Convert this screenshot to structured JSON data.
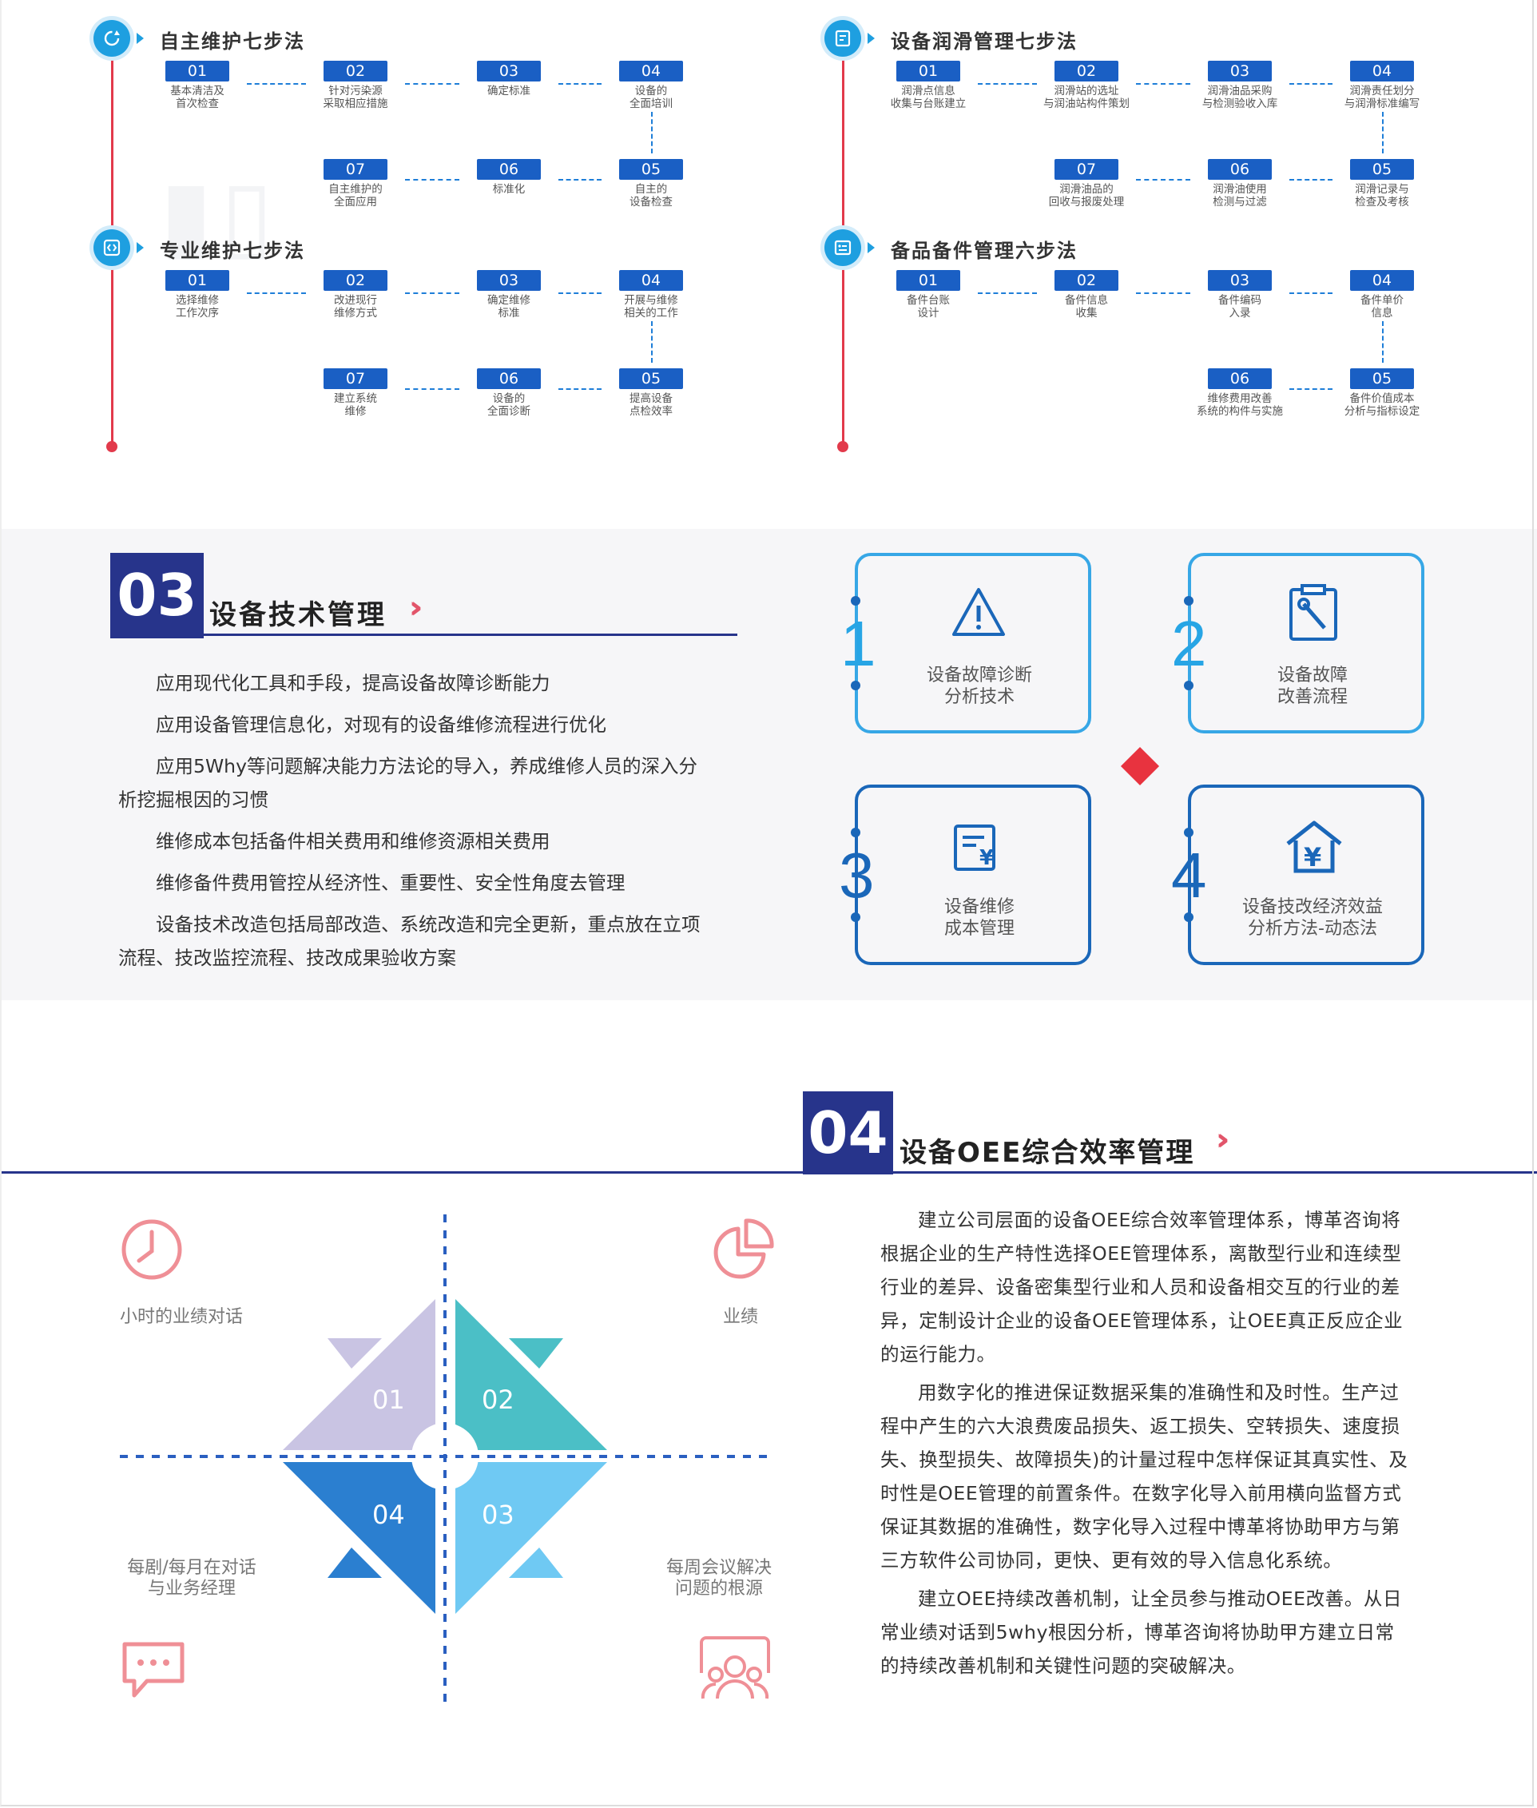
{
  "process_blocks": {
    "autonomous": {
      "title": "自主维护七步法",
      "steps": [
        {
          "num": "01",
          "label": "基本清洁及\n首次检查"
        },
        {
          "num": "02",
          "label": "针对污染源\n采取相应措施"
        },
        {
          "num": "03",
          "label": "确定标准"
        },
        {
          "num": "04",
          "label": "设备的\n全面培训"
        },
        {
          "num": "05",
          "label": "自主的\n设备检查"
        },
        {
          "num": "06",
          "label": "标准化"
        },
        {
          "num": "07",
          "label": "自主维护的\n全面应用"
        }
      ]
    },
    "lubrication": {
      "title": "设备润滑管理七步法",
      "steps": [
        {
          "num": "01",
          "label": "润滑点信息\n收集与台账建立"
        },
        {
          "num": "02",
          "label": "润滑站的选址\n与润油站构件策划"
        },
        {
          "num": "03",
          "label": "润滑油品采购\n与检测验收入库"
        },
        {
          "num": "04",
          "label": "润滑责任划分\n与润滑标准编写"
        },
        {
          "num": "05",
          "label": "润滑记录与\n检查及考核"
        },
        {
          "num": "06",
          "label": "润滑油使用\n检测与过滤"
        },
        {
          "num": "07",
          "label": "润滑油品的\n回收与报废处理"
        }
      ]
    },
    "professional": {
      "title": "专业维护七步法",
      "steps": [
        {
          "num": "01",
          "label": "选择维修\n工作次序"
        },
        {
          "num": "02",
          "label": "改进现行\n维修方式"
        },
        {
          "num": "03",
          "label": "确定维修\n标准"
        },
        {
          "num": "04",
          "label": "开展与维修\n相关的工作"
        },
        {
          "num": "05",
          "label": "提高设备\n点检效率"
        },
        {
          "num": "06",
          "label": "设备的\n全面诊断"
        },
        {
          "num": "07",
          "label": "建立系统\n维修"
        }
      ]
    },
    "spares": {
      "title": "备品备件管理六步法",
      "steps": [
        {
          "num": "01",
          "label": "备件台账\n设计"
        },
        {
          "num": "02",
          "label": "备件信息\n收集"
        },
        {
          "num": "03",
          "label": "备件编码\n入录"
        },
        {
          "num": "04",
          "label": "备件单价\n信息"
        },
        {
          "num": "05",
          "label": "备件价值成本\n分析与指标设定"
        },
        {
          "num": "06",
          "label": "维修费用改善\n系统的构件与实施"
        }
      ]
    }
  },
  "section03": {
    "num": "03",
    "title": "设备技术管理",
    "paragraphs": [
      "应用现代化工具和手段，提高设备故障诊断能力",
      "应用设备管理信息化，对现有的设备维修流程进行优化",
      "应用5Why等问题解决能力方法论的导入，养成维修人员的深入分析挖掘根因的习惯",
      "维修成本包括备件相关费用和维修资源相关费用",
      "维修备件费用管控从经济性、重要性、安全性角度去管理",
      "设备技术改造包括局部改造、系统改造和完全更新，重点放在立项流程、技改监控流程、技改成果验收方案"
    ],
    "cards": [
      {
        "num": "1",
        "text": "设备故障诊断\n分析技术",
        "icon": "warning-icon"
      },
      {
        "num": "2",
        "text": "设备故障\n改善流程",
        "icon": "repair-clipboard-icon"
      },
      {
        "num": "3",
        "text": "设备维修\n成本管理",
        "icon": "cost-document-icon"
      },
      {
        "num": "4",
        "text": "设备技改经济效益\n分析方法-动态法",
        "icon": "yuan-house-icon"
      }
    ]
  },
  "section04": {
    "num": "04",
    "title": "设备OEE综合效率管理",
    "quadrants": [
      {
        "num": "01",
        "color": "#c9c4e3",
        "label": "小时的业绩对话",
        "icon": "clock-icon"
      },
      {
        "num": "02",
        "color": "#4bbfc6",
        "label": "业绩",
        "icon": "pie-chart-icon"
      },
      {
        "num": "03",
        "color": "#6fc9f3",
        "label": "每周会议解决\n问题的根源",
        "icon": "group-icon"
      },
      {
        "num": "04",
        "color": "#2b7fd0",
        "label": "每剧/每月在对话\n与业务经理",
        "icon": "chat-icon"
      }
    ],
    "paragraphs": [
      "建立公司层面的设备OEE综合效率管理体系，博革咨询将根据企业的生产特性选择OEE管理体系，离散型行业和连续型行业的差异、设备密集型行业和人员和设备相交互的行业的差异，定制设计企业的设备OEE管理体系，让OEE真正反应企业的运行能力。",
      "用数字化的推进保证数据采集的准确性和及时性。生产过程中产生的六大浪费废品损失、返工损失、空转损失、速度损失、换型损失、故障损失)的计量过程中怎样保证其真实性、及时性是OEE管理的前置条件。在数字化导入前用横向监督方式保证其数据的准确性，数字化导入过程中博革将协助甲方与第三方软件公司协同，更快、更有效的导入信息化系统。",
      "建立OEE持续改善机制，让全员参与推动OEE改善。从日常业绩对话到5why根因分析，博革咨询将协助甲方建立日常的持续改善机制和关键性问题的突破解决。"
    ]
  },
  "colors": {
    "navy": "#27348b",
    "blue": "#1a5fc4",
    "accent": "#e2556a",
    "red": "#e23a4b",
    "cyan": "#37a7e6"
  }
}
